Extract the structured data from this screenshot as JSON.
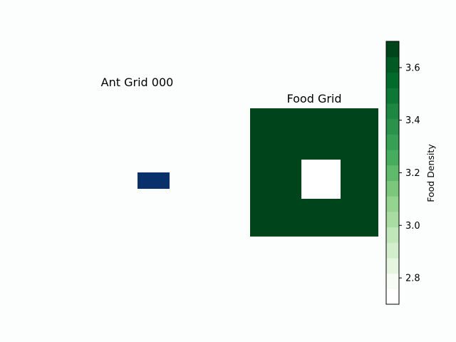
{
  "chart_data": [
    {
      "type": "heatmap",
      "title": "Ant Grid 000",
      "grid_rows": 6,
      "grid_cols": 6,
      "axes": "off",
      "cells": [
        {
          "row": 2,
          "col": 1,
          "width": 1,
          "height": 0.5,
          "value": "ant",
          "color": "#08306b"
        }
      ]
    },
    {
      "type": "heatmap",
      "title": "Food Grid",
      "grid_rows": 10,
      "grid_cols": 10,
      "axes": "off",
      "cmap": "Greens",
      "fill_value": 3.7,
      "fill_color": "#00441b",
      "empty_region": {
        "row0": 4,
        "col0": 4,
        "rows": 3,
        "cols": 3,
        "value": 2.7,
        "color": "#ffffff"
      },
      "colorbar": {
        "label": "Food Density",
        "vmin": 2.7,
        "vmax": 3.7,
        "ticks": [
          2.8,
          3.0,
          3.2,
          3.4,
          3.6
        ],
        "tick_labels": [
          "2.8",
          "3.0",
          "3.2",
          "3.4",
          "3.6"
        ],
        "position": "right"
      }
    }
  ]
}
